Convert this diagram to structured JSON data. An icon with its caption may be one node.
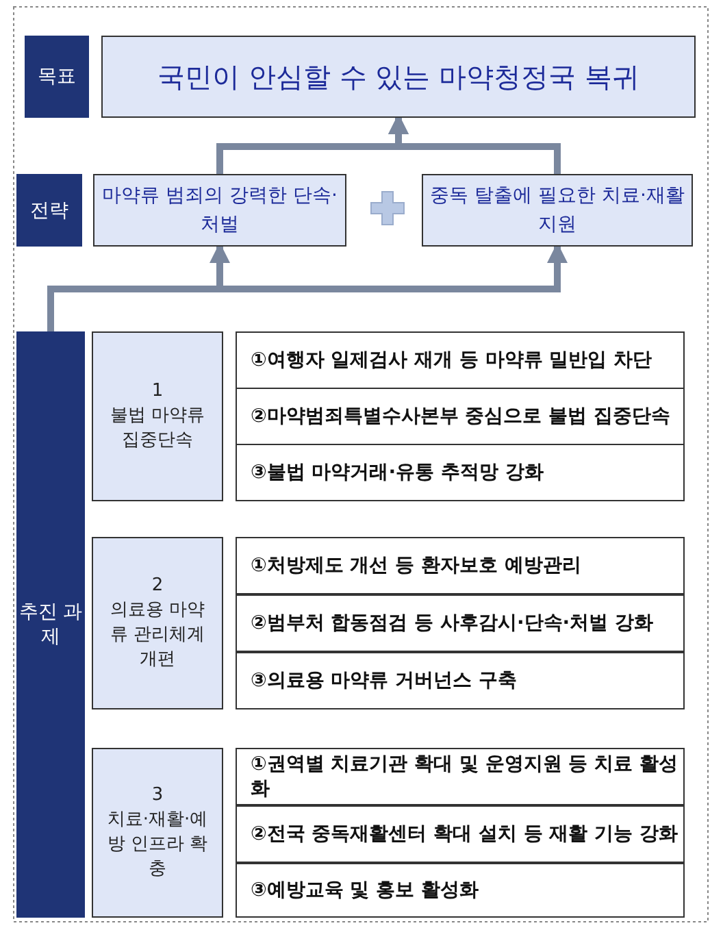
{
  "diagram": {
    "nodes": [
      {
        "text": [
          "목표"
        ]
      },
      {
        "text": [
          "국민이 안심할 수 있는 마약청정국 복귀"
        ]
      },
      {
        "text": [
          "전략"
        ]
      },
      {
        "text": [
          "마약류 범죄의 강력한 단속·처벌"
        ]
      },
      {
        "text": [
          "중독 탈출에 필요한 치료·재활 지원"
        ]
      },
      {
        "text": [
          "추진 과제"
        ]
      },
      {
        "text": [
          "1",
          "불법 마약류 집중단속"
        ]
      },
      {
        "text": [
          "①여행자 일제검사 재개 등 마약류 밀반입 차단"
        ]
      },
      {
        "text": [
          "②마약범죄특별수사본부 중심으로 불법 집중단속"
        ]
      },
      {
        "text": [
          "③불법 마약거래·유통 추적망 강화"
        ]
      },
      {
        "text": [
          "2",
          "의료용 마약류 관리체계 개편"
        ]
      },
      {
        "text": [
          "①처방제도 개선 등 환자보호 예방관리"
        ]
      },
      {
        "text": [
          "②범부처 합동점검 등 사후감시·단속·처벌 강화"
        ]
      },
      {
        "text": [
          "③의료용 마약류 거버넌스 구축"
        ]
      },
      {
        "text": [
          "3",
          "치료·재활·예방 인프라 확충"
        ]
      },
      {
        "text": [
          "①권역별 치료기관 확대 및 운영지원 등 치료 활성화"
        ]
      },
      {
        "text": [
          "②전국 중독재활센터 확대 설치 등 재활 기능 강화"
        ]
      },
      {
        "text": [
          "③예방교육 및 홍보 활성화"
        ]
      }
    ],
    "edges": [
      {
        "from": 3,
        "to": 1,
        "arrow": "to"
      },
      {
        "from": 4,
        "to": 1,
        "arrow": "to"
      },
      {
        "from": 5,
        "to": 3,
        "arrow": "to"
      },
      {
        "from": 5,
        "to": 4,
        "arrow": "to"
      }
    ]
  }
}
